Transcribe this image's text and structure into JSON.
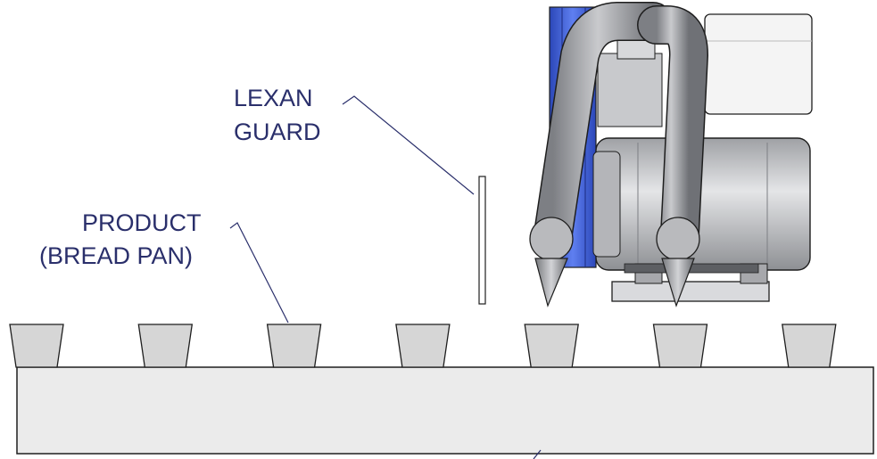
{
  "labels": {
    "lexan_line1": "LEXAN",
    "lexan_line2": "GUARD",
    "product_line1": "PRODUCT",
    "product_line2": "(BREAD PAN)"
  },
  "bread_pans": {
    "count": 7
  },
  "colors": {
    "outline": "#1e1e1e",
    "text": "#2a2f6b",
    "conveyor_fill": "#ebebeb",
    "pan_fill": "#d6d6d6",
    "motor_gray": "#bfc0c4",
    "blower_blue": "#3f5fd6"
  }
}
